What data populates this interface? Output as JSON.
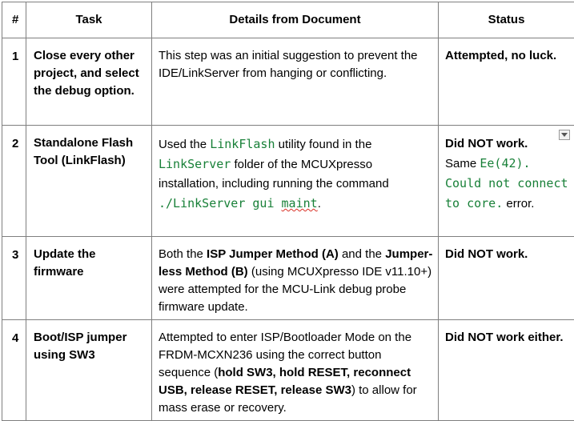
{
  "headers": {
    "num": "#",
    "task": "Task",
    "details": "Details from Document",
    "status": "Status"
  },
  "rows": [
    {
      "num": "1",
      "task": "Close every other project, and select the debug option.",
      "details": {
        "text": "This step was an initial suggestion to prevent the IDE/LinkServer from hanging or conflicting."
      },
      "status": "Attempted, no luck."
    },
    {
      "num": "2",
      "task": "Standalone Flash Tool (LinkFlash)",
      "details": {
        "t1": "Used the ",
        "c1": "LinkFlash",
        "t2": " utility found in the ",
        "c2": "LinkServer",
        "t3": " folder of the MCUXpresso installation, including running the command ",
        "c3a": "./LinkServer gui ",
        "c3b": "maint",
        "t4": "."
      },
      "status": {
        "bold": "Did NOT work.",
        "t1": "Same ",
        "code": "Ee(42). Could not connect to core.",
        "t2": " error."
      },
      "status_dropdown_icon": "dropdown-arrow-icon"
    },
    {
      "num": "3",
      "task": "Update the firmware",
      "details": {
        "t1": "Both the ",
        "b1": "ISP Jumper Method (A)",
        "t2": " and the ",
        "b2": "Jumper-less Method (B)",
        "t3": " (using MCUXpresso IDE v11.10+) were attempted for the MCU-Link debug probe firmware update."
      },
      "status": "Did NOT work."
    },
    {
      "num": "4",
      "task": "Boot/ISP jumper using SW3",
      "details": {
        "t1": "Attempted to enter ISP/Bootloader Mode on the FRDM-MCXN236 using the correct button sequence (",
        "b1": "hold SW3, hold RESET, reconnect USB, release RESET, release SW3",
        "t2": ") to allow for mass erase or recovery."
      },
      "status": "Did NOT work either."
    }
  ],
  "colors": {
    "border": "#7f7f7f",
    "code": "#188038",
    "spellcheck": "#d93025"
  }
}
